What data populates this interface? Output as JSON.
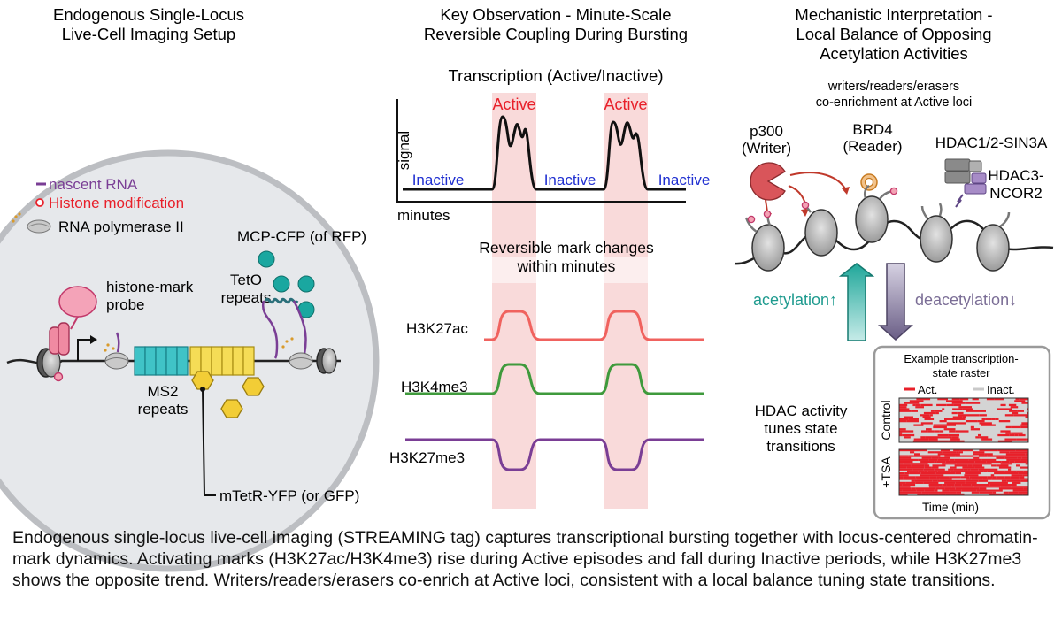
{
  "panel1": {
    "title_line1": "Endogenous Single-Locus",
    "title_line2": "Live-Cell Imaging Setup",
    "legend": {
      "nascent_rna": "nascent RNA",
      "histone_mod": "Histone modification",
      "pol2": "RNA polymerase II"
    },
    "labels": {
      "mcp_line1": "MCP-CFP (of RFP)",
      "probe_line1": "histone-mark",
      "probe_line2": "probe",
      "teto_line1": "TetO",
      "teto_line2": "repeats",
      "ms2_line1": "MS2",
      "ms2_line2": "repeats",
      "mtetr": "mTetR-YFP (or GFP)"
    }
  },
  "panel2": {
    "title_line1": "Key Observation - Minute-Scale",
    "title_line2": "Reversible Coupling During Bursting",
    "trace_title": "Transcription (Active/Inactive)",
    "ylabel": "signal",
    "xlabel": "minutes",
    "active1": "Active",
    "active2": "Active",
    "inactive1": "Inactive",
    "inactive2": "Inactive",
    "inactive3": "Inactive",
    "marks_title_line1": "Reversible mark changes",
    "marks_title_line2": "within minutes",
    "mark1": "H3K27ac",
    "mark2": "H3K4me3",
    "mark3": "H3K27me3"
  },
  "panel3": {
    "title_line1": "Mechanistic Interpretation -",
    "title_line2": "Local Balance of Opposing",
    "title_line3": "Acetylation Activities",
    "sub_line1": "writers/readers/erasers",
    "sub_line2": "co-enrichment at Active loci",
    "p300_line1": "p300",
    "p300_line2": "(Writer)",
    "brd4_line1": "BRD4",
    "brd4_line2": "(Reader)",
    "hdac12": "HDAC1/2-SIN3A",
    "hdac3_line1": "HDAC3-",
    "hdac3_line2": "NCOR2",
    "acetylation": "acetylation↑",
    "deacetylation": "deacetylation↓",
    "hdac_text_line1": "HDAC activity",
    "hdac_text_line2": "tunes state",
    "hdac_text_line3": "transitions",
    "raster_title_line1": "Example transcription-",
    "raster_title_line2": "state raster",
    "legend_act": "Act.",
    "legend_inact": "Inact.",
    "row_control": "Control",
    "row_tsa": "+TSA",
    "raster_xlabel": "Time (min)"
  },
  "caption": "Endogenous single-locus live-cell imaging (STREAMING tag) captures transcriptional bursting together with locus-centered chromatin-mark dynamics. Activating marks (H3K27ac/H3K4me3) rise during Active episodes and fall during Inactive periods, while H3K27me3 shows the opposite trend. Writers/readers/erasers co-enrich at Active loci, consistent with a local balance tuning state transitions.",
  "colors": {
    "active_red": "#e8202a",
    "inactive_blue": "#1f2fd1",
    "h3k27ac": "#f0625e",
    "h3k4me3": "#3f9a3c",
    "h3k27me3": "#7a3e95",
    "band": "#f8d3d4",
    "teal": "#1f9b8f",
    "purple_arrow": "#7b6e96"
  }
}
